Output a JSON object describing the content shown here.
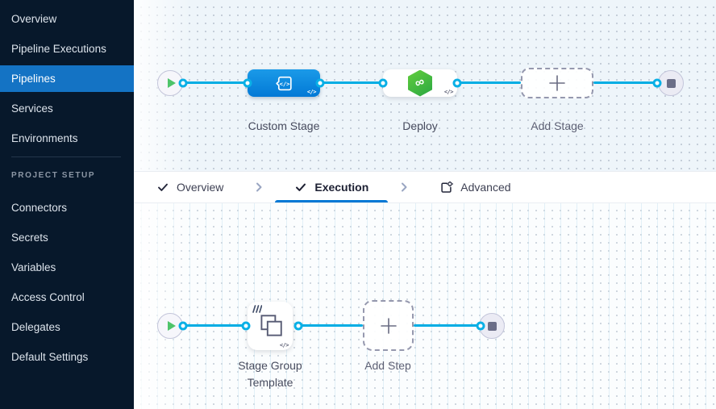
{
  "sidebar": {
    "items": [
      {
        "label": "Overview",
        "active": false
      },
      {
        "label": "Pipeline Executions",
        "active": false
      },
      {
        "label": "Pipelines",
        "active": true
      },
      {
        "label": "Services",
        "active": false
      },
      {
        "label": "Environments",
        "active": false
      }
    ],
    "section_label": "PROJECT SETUP",
    "setup_items": [
      {
        "label": "Connectors"
      },
      {
        "label": "Secrets"
      },
      {
        "label": "Variables"
      },
      {
        "label": "Access Control"
      },
      {
        "label": "Delegates"
      },
      {
        "label": "Default Settings"
      }
    ],
    "colors": {
      "background": "#07182b",
      "active_background": "#1473c4"
    }
  },
  "tabbar": {
    "tabs": [
      {
        "label": "Overview",
        "icon": "check-icon",
        "active": false
      },
      {
        "label": "Execution",
        "icon": "check-icon",
        "active": true
      },
      {
        "label": "Advanced",
        "icon": "box-gear-icon",
        "active": false
      }
    ],
    "active_underline_color": "#0278d5"
  },
  "stage_pipeline": {
    "start_icon": "play",
    "end_icon": "stop",
    "nodes": [
      {
        "label": "Custom Stage",
        "icon": "custom-stage-code-box",
        "badge": "</>"
      },
      {
        "label": "Deploy",
        "icon": "deploy-hexagon-infinity",
        "badge": "</>"
      },
      {
        "label": "Add Stage",
        "icon": "plus"
      }
    ]
  },
  "execution_pipeline": {
    "start_icon": "play",
    "end_icon": "stop",
    "nodes": [
      {
        "label": "Stage Group Template",
        "icon": "overlapping-squares-template",
        "badge": "</>"
      },
      {
        "label": "Add Step",
        "icon": "plus"
      }
    ]
  },
  "icons": {
    "play_glyph": "▶",
    "stop_glyph": "■",
    "plus_glyph": "+",
    "check_glyph": "✓",
    "chevron_glyph": "›",
    "code_badge": "</>",
    "deploy_glyph": "∞"
  },
  "colors": {
    "connector_line": "#00ade4",
    "stage_blue_top": "#1b9ae8",
    "stage_blue_bottom": "#0279d6",
    "deploy_green_light": "#62cd3c",
    "deploy_green_dark": "#2aa743",
    "play_green": "#4ec46a",
    "canvas_top_background": "#eef5fa",
    "canvas_bottom_background": "#fbfdfe"
  }
}
